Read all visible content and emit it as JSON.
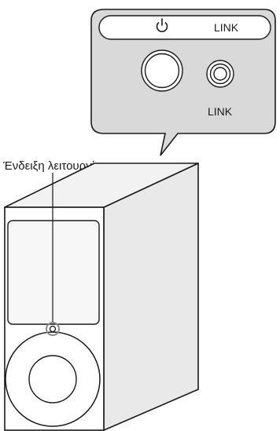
{
  "callout": {
    "power_icon": "power-icon",
    "top_label": "LINK",
    "button_label": "LINK"
  },
  "indicator_label": "Ένδειξη λειτουργίας",
  "colors": {
    "callout_fill": "#d9d9d9",
    "stroke": "#1a1a1a",
    "speaker_front": "#ffffff",
    "speaker_top": "#f2f2f2",
    "speaker_side": "#e9e9e9"
  }
}
